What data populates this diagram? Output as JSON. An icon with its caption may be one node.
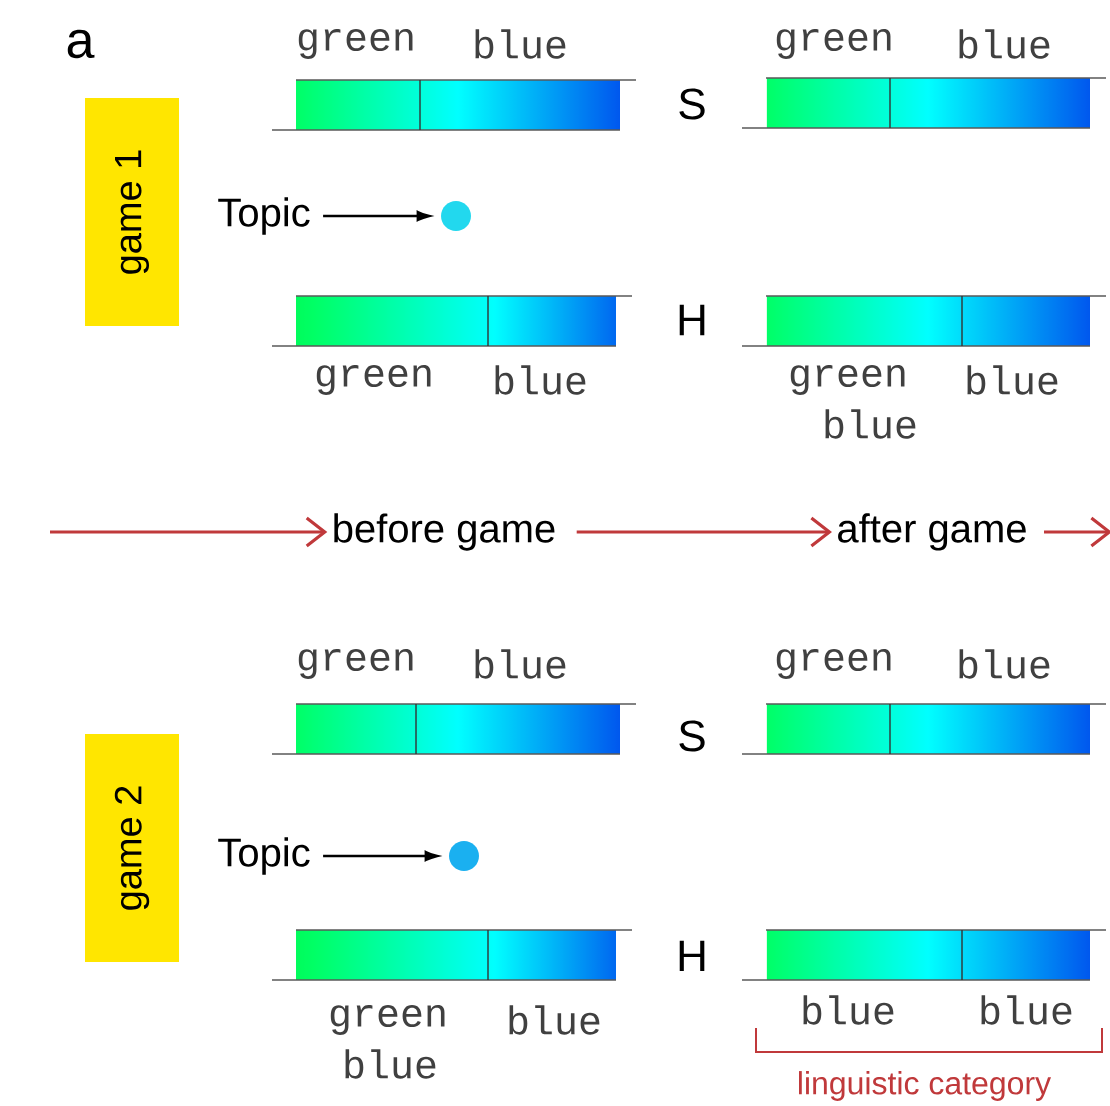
{
  "diagram": {
    "nodes": [
      {
        "text": [
          "game 1"
        ]
      },
      {
        "text": [
          "Topic"
        ]
      },
      {
        "text": [],
        "shape": "circle"
      },
      {
        "text": [
          "before game"
        ]
      },
      {
        "text": [
          "after game"
        ]
      },
      {
        "text": [
          "game 2"
        ]
      },
      {
        "text": [
          "Topic"
        ]
      },
      {
        "text": [],
        "shape": "circle"
      }
    ],
    "edges": [
      {
        "from": 1,
        "to": 2,
        "arrow": "to",
        "color": "#000000"
      },
      {
        "from": null,
        "to": 3,
        "arrow": "to",
        "color": "#c0393b"
      },
      {
        "from": 3,
        "to": 4,
        "arrow": "to",
        "color": "#c0393b"
      },
      {
        "from": 4,
        "to": null,
        "arrow": "to",
        "color": "#c0393b"
      },
      {
        "from": 6,
        "to": 7,
        "arrow": "to",
        "color": "#000000"
      }
    ],
    "labels": [
      "a",
      "green",
      "blue",
      "green",
      "blue",
      "S",
      "H",
      "green",
      "blue",
      "green",
      "blue",
      "blue",
      "green",
      "blue",
      "green",
      "blue",
      "S",
      "H",
      "green",
      "blue",
      "blue",
      "blue",
      "blue",
      "linguistic category"
    ]
  }
}
